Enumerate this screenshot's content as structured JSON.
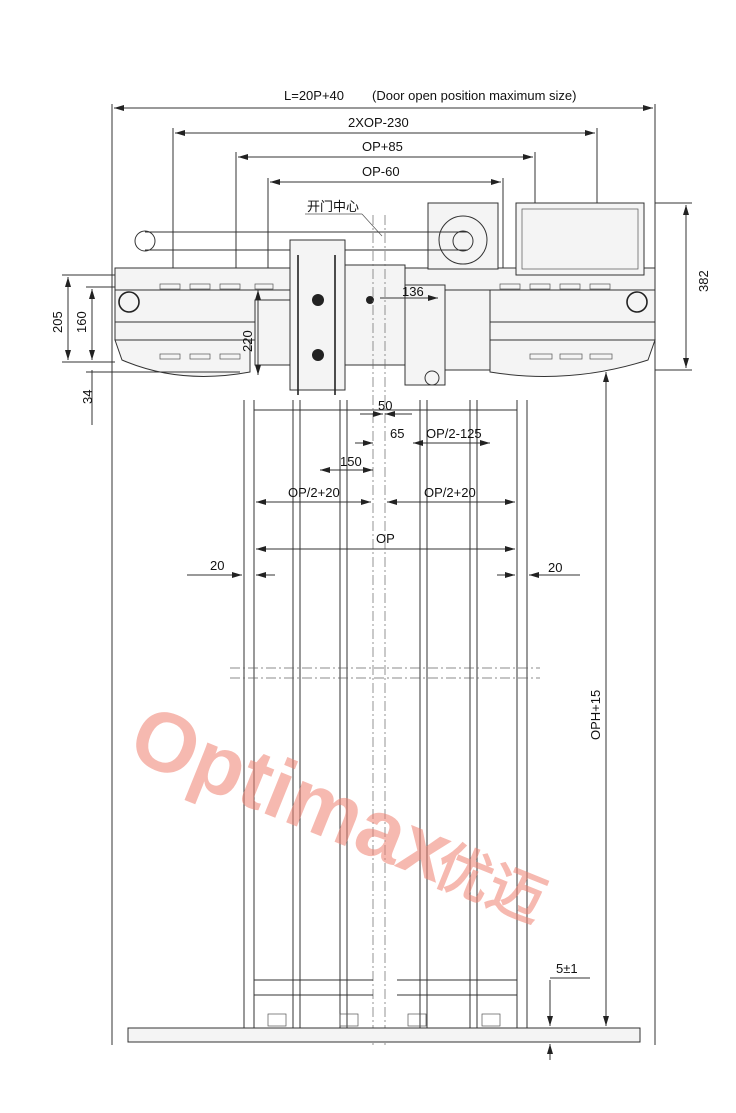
{
  "dimensions": {
    "overall_length": "L=20P+40",
    "overall_note": "(Door open position maximum size)",
    "top_2": "2XOP-230",
    "top_3": "OP+85",
    "top_4": "OP-60",
    "door_center": "开门中心",
    "d136": "136",
    "d205": "205",
    "d160": "160",
    "d220": "220",
    "d34": "34",
    "d382": "382",
    "d50": "50",
    "d65": "65",
    "op_half_minus": "OP/2-125",
    "d150": "150",
    "op_half_plus_left": "OP/2+20",
    "op_half_plus_right": "OP/2+20",
    "op": "OP",
    "d20_left": "20",
    "d20_right": "20",
    "oph": "OPH+15",
    "gap": "5±1"
  },
  "watermark": {
    "latin": "Optimax",
    "chinese": "优迈",
    "color": "#f08070"
  }
}
